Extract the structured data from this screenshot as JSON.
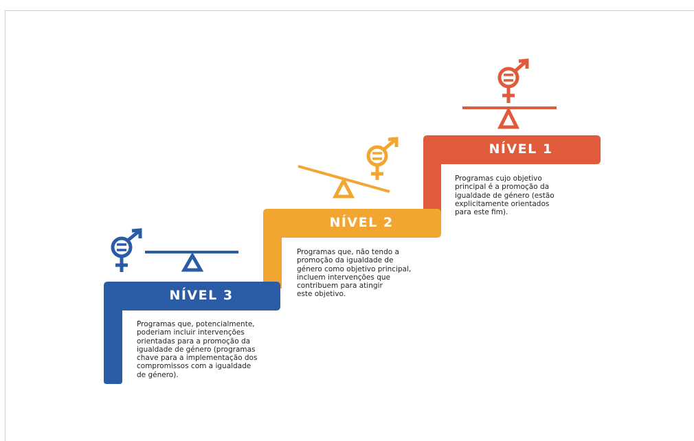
{
  "colors": {
    "level1": "#e05b3c",
    "level2": "#f2a631",
    "level3": "#2a5ca6"
  },
  "levels": [
    {
      "label": "NÍVEL 1",
      "description": "Programas cujo objetivo\nprincipal é a promoção da\nigualdade de género (estão\nexplicitamente orientados\npara este fim).",
      "icons": [
        "gender-equality-symbol-icon",
        "balanced-scale-icon"
      ]
    },
    {
      "label": "NÍVEL 2",
      "description": "Programas que, não tendo a\npromoção da igualdade de\ngénero como objetivo principal,\nincluem intervenções que\ncontribuem para atingir\neste objetivo.",
      "icons": [
        "gender-equality-symbol-icon",
        "tilted-scale-icon"
      ]
    },
    {
      "label": "NÍVEL 3",
      "description": "Programas que, potencialmente,\npoderiam incluir intervenções\norientadas para a promoção da\nigualdade de género (programas\nchave para a implementação dos\ncompromissos com a igualdade\nde género).",
      "icons": [
        "gender-equality-symbol-icon",
        "scale-icon"
      ]
    }
  ]
}
